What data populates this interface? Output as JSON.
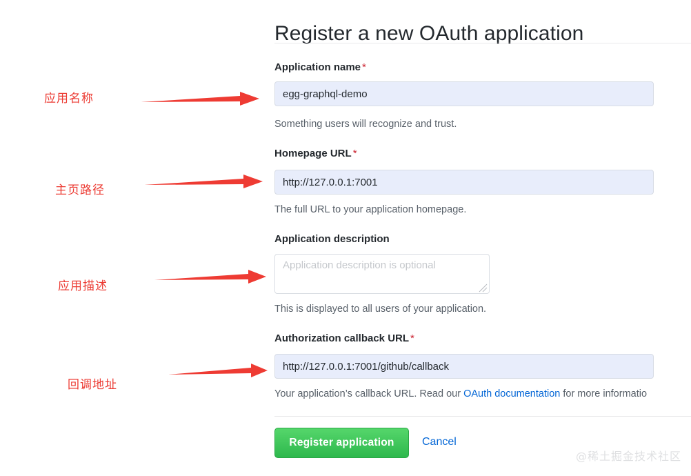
{
  "page": {
    "title": "Register a new OAuth application",
    "watermark": "@稀土掘金技术社区"
  },
  "form": {
    "fields": [
      {
        "label": "Application name",
        "required": true,
        "required_mark": "*",
        "value": "egg-graphql-demo",
        "placeholder": "",
        "help": "Something users will recognize and trust.",
        "type": "text"
      },
      {
        "label": "Homepage URL",
        "required": true,
        "required_mark": "*",
        "value": "http://127.0.0.1:7001",
        "placeholder": "",
        "help": "The full URL to your application homepage.",
        "type": "text"
      },
      {
        "label": "Application description",
        "required": false,
        "required_mark": "",
        "value": "",
        "placeholder": "Application description is optional",
        "help": "This is displayed to all users of your application.",
        "type": "textarea"
      },
      {
        "label": "Authorization callback URL",
        "required": true,
        "required_mark": "*",
        "value": "http://127.0.0.1:7001/github/callback",
        "placeholder": "",
        "help_before": "Your application’s callback URL. Read our ",
        "help_link": "OAuth documentation",
        "help_after": " for more informatio",
        "type": "text"
      }
    ],
    "submit_label": "Register application",
    "cancel_label": "Cancel"
  },
  "annotations": [
    {
      "text": "应用名称",
      "meaning": "application-name"
    },
    {
      "text": "主页路径",
      "meaning": "homepage-url"
    },
    {
      "text": "应用描述",
      "meaning": "application-description"
    },
    {
      "text": "回调地址",
      "meaning": "callback-url"
    }
  ],
  "colors": {
    "annotation_red": "#ec3b33",
    "link_blue": "#0366d6",
    "submit_green": "#2eb84d",
    "required_star": "#cb2431",
    "input_fill": "#e8edfb",
    "help_gray": "#586069",
    "watermark_gray": "#dfe0e2"
  }
}
